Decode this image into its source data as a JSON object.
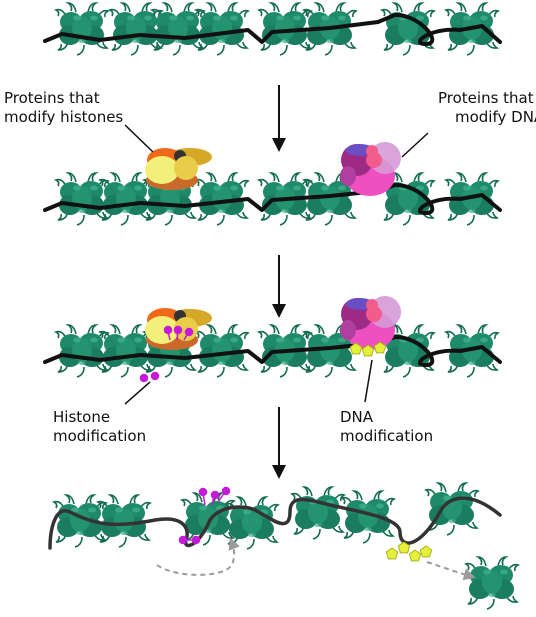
{
  "labels": {
    "proteins_histones": [
      "Proteins that",
      "modify histones"
    ],
    "proteins_dna": [
      "Proteins that",
      "modify DNA"
    ],
    "histone_modification": [
      "Histone",
      "modification"
    ],
    "dna_modification": [
      "DNA",
      "modification"
    ]
  },
  "colors": {
    "nucleosome": "#1f8a6a",
    "nucleosome_dark": "#136b50",
    "dna": "#111111",
    "histone_mark": "#c51bd8",
    "dna_mark": "#e6f03a",
    "arrow": "#111111",
    "dashed_arrow": "#9a9a9a"
  },
  "icons": {
    "nucleosome": "nucleosome-icon",
    "arrow": "down-arrow-icon"
  }
}
